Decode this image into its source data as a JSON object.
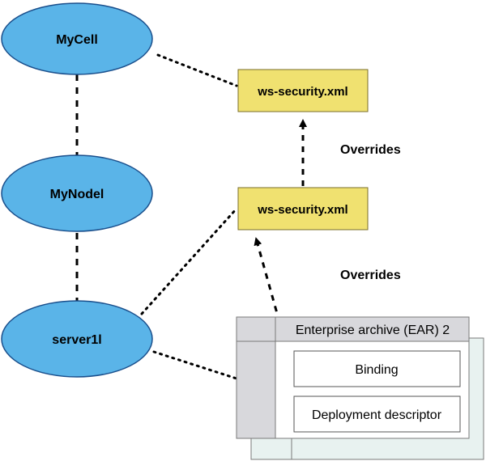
{
  "nodes": {
    "cell": "MyCell",
    "node": "MyNodel",
    "server": "server1l"
  },
  "xml_files": {
    "cell_level": "ws-security.xml",
    "server_level": "ws-security.xml"
  },
  "labels": {
    "overrides_upper": "Overrides",
    "overrides_lower": "Overrides"
  },
  "ear": {
    "title": "Enterprise archive (EAR) 2",
    "binding": "Binding",
    "deployment_descriptor": "Deployment descriptor"
  },
  "colors": {
    "node_fill": "#5ab4e8",
    "xml_fill": "#f0e170"
  }
}
